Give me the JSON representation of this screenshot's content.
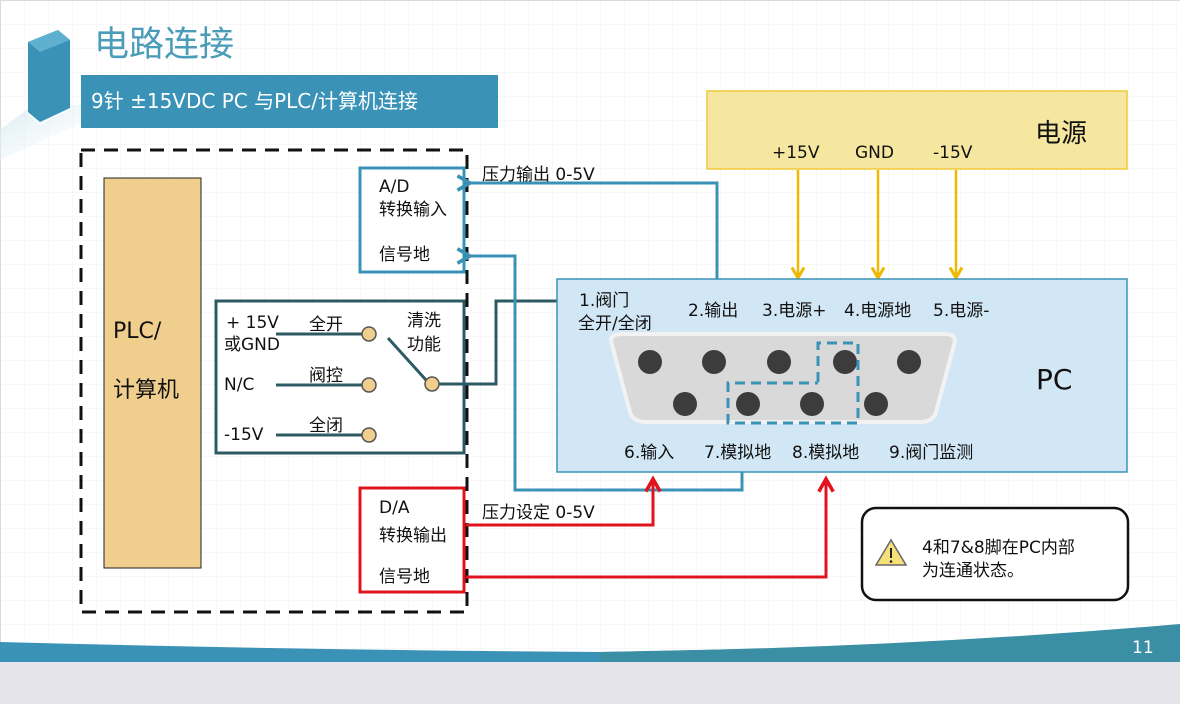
{
  "slide": {
    "title": "电路连接",
    "subtitle": "9针 ±15VDC PC 与PLC/计算机连接",
    "page_number": "11",
    "colors": {
      "accent_blue": "#3a93b7",
      "title_blue": "#4a9cb8",
      "dark_teal": "#2e5b63",
      "power_yellow": "#f5e7a0",
      "power_arrow": "#f0b800",
      "plc_fill": "#f0cf8e",
      "pc_fill": "#d2e7f5",
      "red": "#e0141e",
      "pin": "#3c3c3c"
    }
  },
  "plc": {
    "label_line1": "PLC/",
    "label_line2": "计算机"
  },
  "ad_box": {
    "line1": "A/D",
    "line2": "转换输入",
    "line3": "信号地"
  },
  "da_box": {
    "line1": "D/A",
    "line2": "转换输出",
    "line3": "信号地"
  },
  "switch_box": {
    "inputs": [
      {
        "label_line1": "+ 15V",
        "label_line2": "或GND",
        "contact": "全开"
      },
      {
        "label_line1": "N/C",
        "label_line2": "",
        "contact": "阀控"
      },
      {
        "label_line1": "-15V",
        "label_line2": "",
        "contact": "全闭"
      }
    ],
    "function_line1": "清洗",
    "function_line2": "功能"
  },
  "power": {
    "title": "电源",
    "outputs": [
      "+15V",
      "GND",
      "-15V"
    ]
  },
  "pc": {
    "title": "PC",
    "top_pins": [
      {
        "line1": "1.阀门",
        "line2": "全开/全闭"
      },
      {
        "line1": "2.输出",
        "line2": ""
      },
      {
        "line1": "3.电源+",
        "line2": ""
      },
      {
        "line1": "4.电源地",
        "line2": ""
      },
      {
        "line1": "5.电源-",
        "line2": ""
      }
    ],
    "bottom_pins": [
      "6.输入",
      "7.模拟地",
      "8.模拟地",
      "9.阀门监测"
    ]
  },
  "signals": {
    "pressure_output": "压力输出 0-5V",
    "pressure_setpoint": "压力设定 0-5V"
  },
  "note": {
    "icon": "warning-icon",
    "line1": "4和7&8脚在PC内部",
    "line2": "为连通状态。"
  }
}
